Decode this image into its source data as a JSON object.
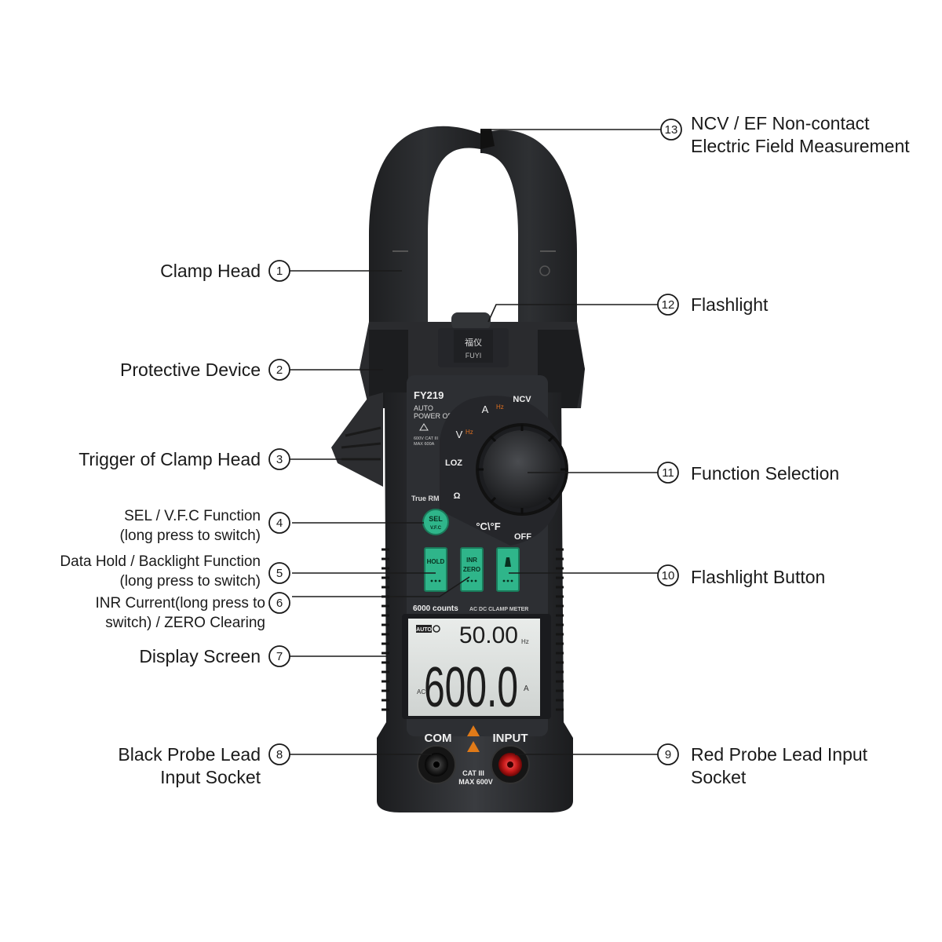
{
  "device": {
    "brand_cn": "福仪",
    "brand_en": "FUYI",
    "model": "FY219",
    "auto_power_off": [
      "AUTO",
      "POWER OFF"
    ],
    "rating_small": [
      "600V CAT III",
      "MAX 600A"
    ],
    "true_rms": "True RMS",
    "dial_labels": {
      "ncv": "NCV",
      "amp": "A",
      "amp_hz": "Hz",
      "volt": "V",
      "volt_hz": "Hz",
      "loz": "LOZ",
      "ohm": "Ω",
      "temp": "°C\\°F",
      "off": "OFF"
    },
    "buttons": {
      "sel_top": "SEL",
      "sel_bottom": "V.F.C",
      "hold": "HOLD",
      "inr": "INR",
      "zero": "ZERO"
    },
    "counts_line": "6000 counts",
    "counts_sub": "AC DC CLAMP METER",
    "display": {
      "auto_badge": "AUTO",
      "secondary": "50.00",
      "secondary_unit": "Hz",
      "primary": "600.0",
      "ac_mark": "AC",
      "primary_unit": "A"
    },
    "com": "COM",
    "input": "INPUT",
    "socket_rating": [
      "CAT III",
      "MAX 600V"
    ]
  },
  "callouts": [
    {
      "id": "13",
      "num": "13",
      "lines": [
        "NCV / EF Non-contact",
        "Electric Field Measurement"
      ]
    },
    {
      "id": "1",
      "num": "1",
      "lines": [
        "Clamp Head"
      ]
    },
    {
      "id": "12",
      "num": "12",
      "lines": [
        "Flashlight"
      ]
    },
    {
      "id": "2",
      "num": "2",
      "lines": [
        "Protective Device"
      ]
    },
    {
      "id": "3",
      "num": "3",
      "lines": [
        "Trigger of Clamp Head"
      ]
    },
    {
      "id": "11",
      "num": "11",
      "lines": [
        "Function Selection"
      ]
    },
    {
      "id": "4",
      "num": "4",
      "lines": [
        "SEL / V.F.C Function",
        "(long press to switch)"
      ]
    },
    {
      "id": "5",
      "num": "5",
      "lines": [
        "Data Hold / Backlight Function",
        "(long press to switch)"
      ]
    },
    {
      "id": "10",
      "num": "10",
      "lines": [
        "Flashlight Button"
      ]
    },
    {
      "id": "6",
      "num": "6",
      "lines": [
        "INR Current(long press to",
        "switch) / ZERO Clearing"
      ]
    },
    {
      "id": "7",
      "num": "7",
      "lines": [
        "Display Screen"
      ]
    },
    {
      "id": "8",
      "num": "8",
      "lines": [
        "Black Probe Lead",
        "Input Socket"
      ]
    },
    {
      "id": "9",
      "num": "9",
      "lines": [
        "Red Probe Lead Input",
        "Socket"
      ]
    }
  ]
}
